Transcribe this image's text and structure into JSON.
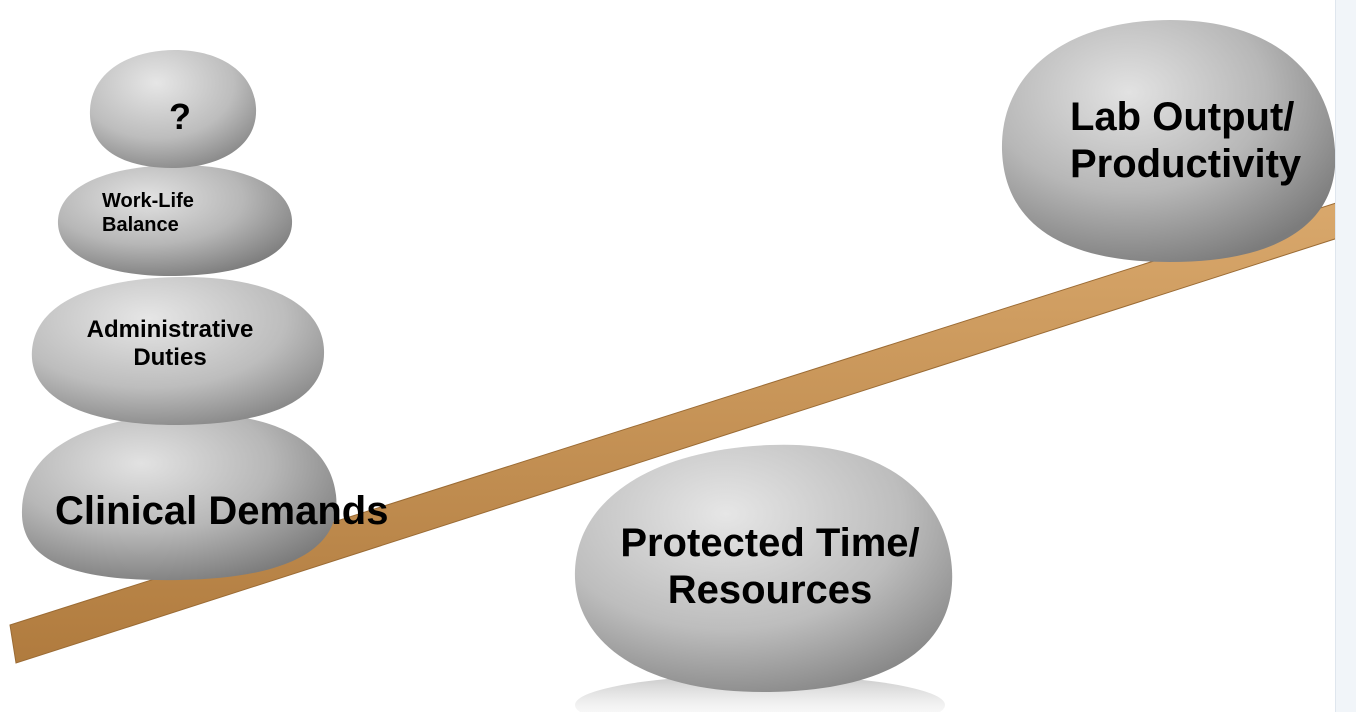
{
  "colors": {
    "plank": "#c8955a",
    "plank_edge": "#9b6b34",
    "stone_light": "#d2d2d2",
    "stone_dark": "#8a8a8a",
    "text": "#000000",
    "right_strip": "#f1f5f9"
  },
  "stones": {
    "top_question": {
      "label": "?"
    },
    "work_life": {
      "line1": "Work-Life",
      "line2": "Balance"
    },
    "administrative": {
      "line1": "Administrative",
      "line2": "Duties"
    },
    "clinical": {
      "label": "Clinical Demands"
    },
    "protected": {
      "line1": "Protected Time/",
      "line2": "Resources"
    },
    "lab_output": {
      "line1": "Lab Output/",
      "line2": "Productivity"
    }
  }
}
